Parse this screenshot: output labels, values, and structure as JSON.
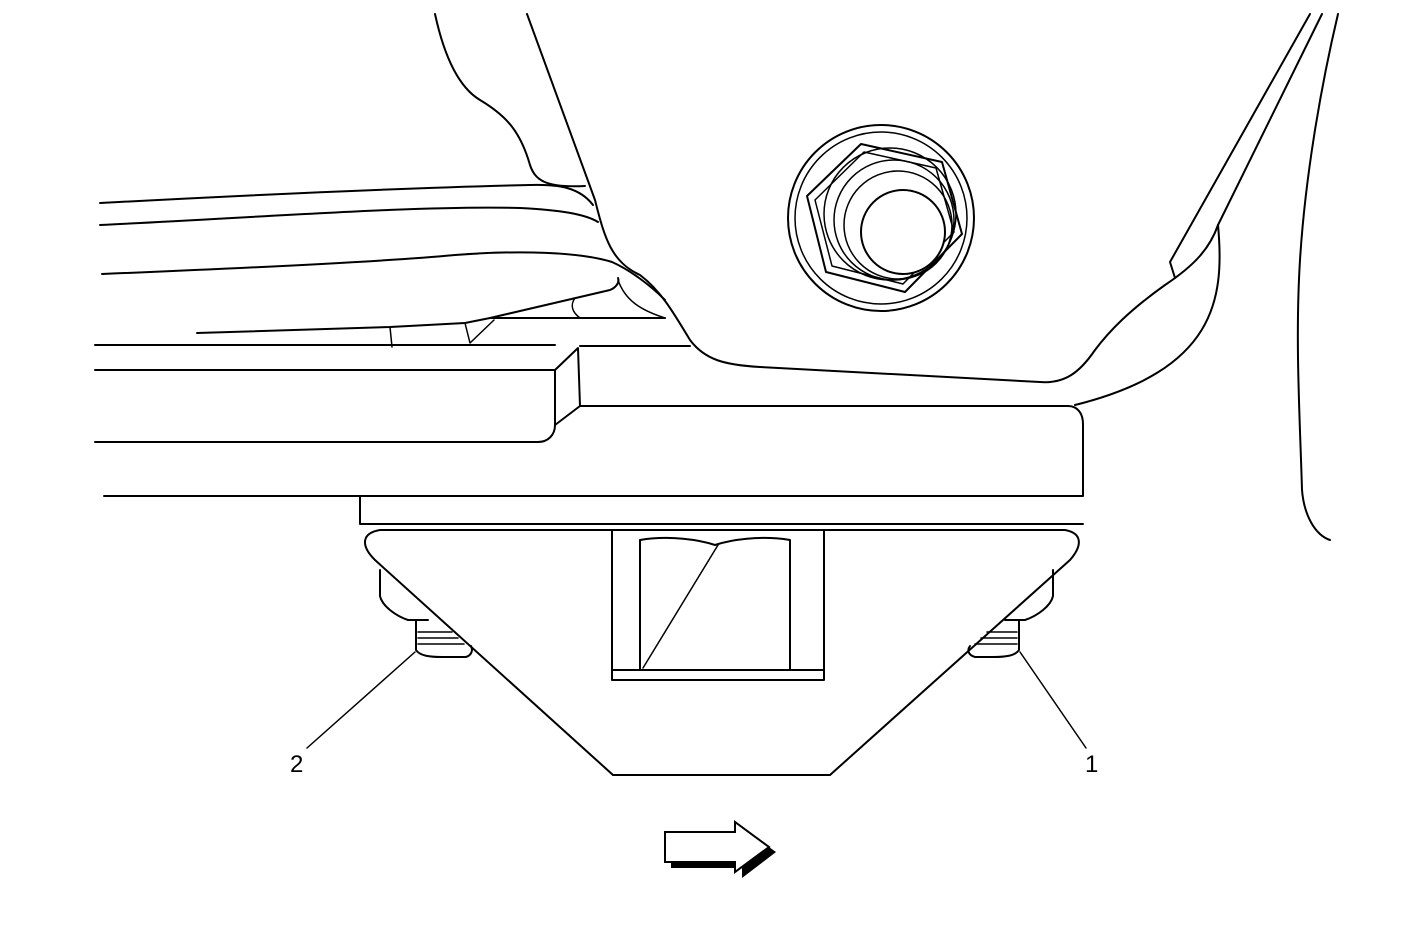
{
  "figure": {
    "callouts": [
      {
        "id": "1",
        "label": "1"
      },
      {
        "id": "2",
        "label": "2"
      }
    ],
    "direction_arrow": {
      "icon": "right-arrow-icon",
      "meaning": "forward"
    }
  }
}
